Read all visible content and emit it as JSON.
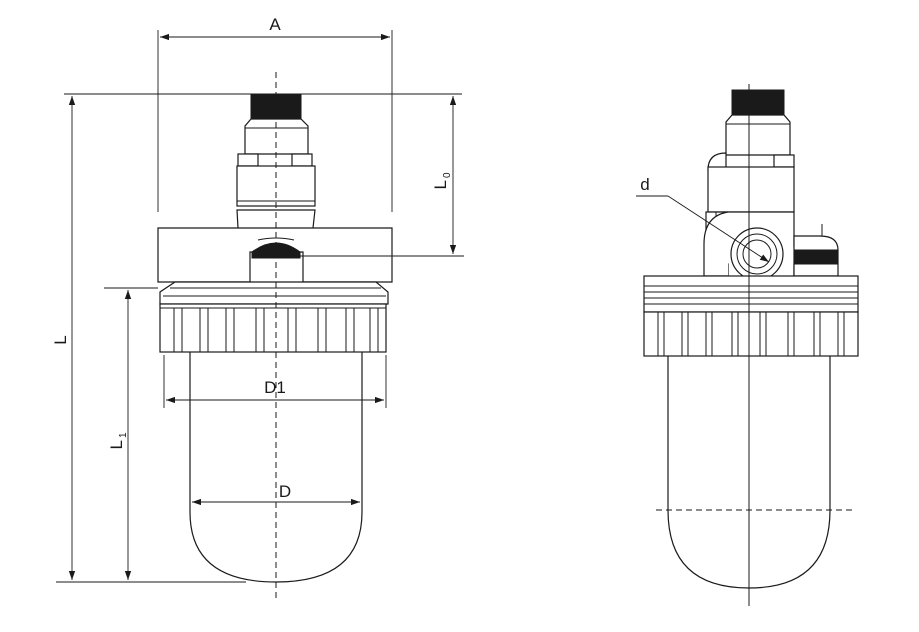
{
  "labels": {
    "A": "A",
    "L": "L",
    "L0_main": "L",
    "L0_sub": "0",
    "L1_main": "L",
    "L1_sub": "1",
    "D1": "D1",
    "D": "D",
    "d": "d"
  },
  "colors": {
    "line": "#1a1a1a",
    "background": "#ffffff"
  }
}
